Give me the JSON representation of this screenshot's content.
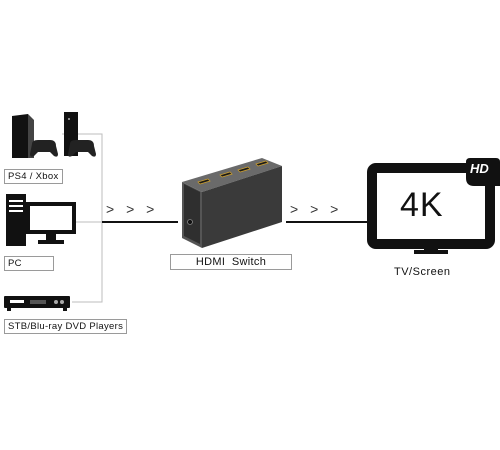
{
  "sources": [
    {
      "label": "PS4 / Xbox",
      "icon": "game-console-icon"
    },
    {
      "label": "PC",
      "icon": "desktop-pc-icon"
    },
    {
      "label": "STB/Blu-ray DVD Players",
      "icon": "dvd-player-icon"
    }
  ],
  "switch": {
    "label": "HDMI  Switch",
    "icon": "hdmi-switch-device-icon"
  },
  "display": {
    "label": "TV/Screen",
    "resolution": "4K",
    "badge": "HD",
    "icon": "tv-4k-icon"
  },
  "arrows": {
    "input": "> > >",
    "output": "> > >"
  }
}
